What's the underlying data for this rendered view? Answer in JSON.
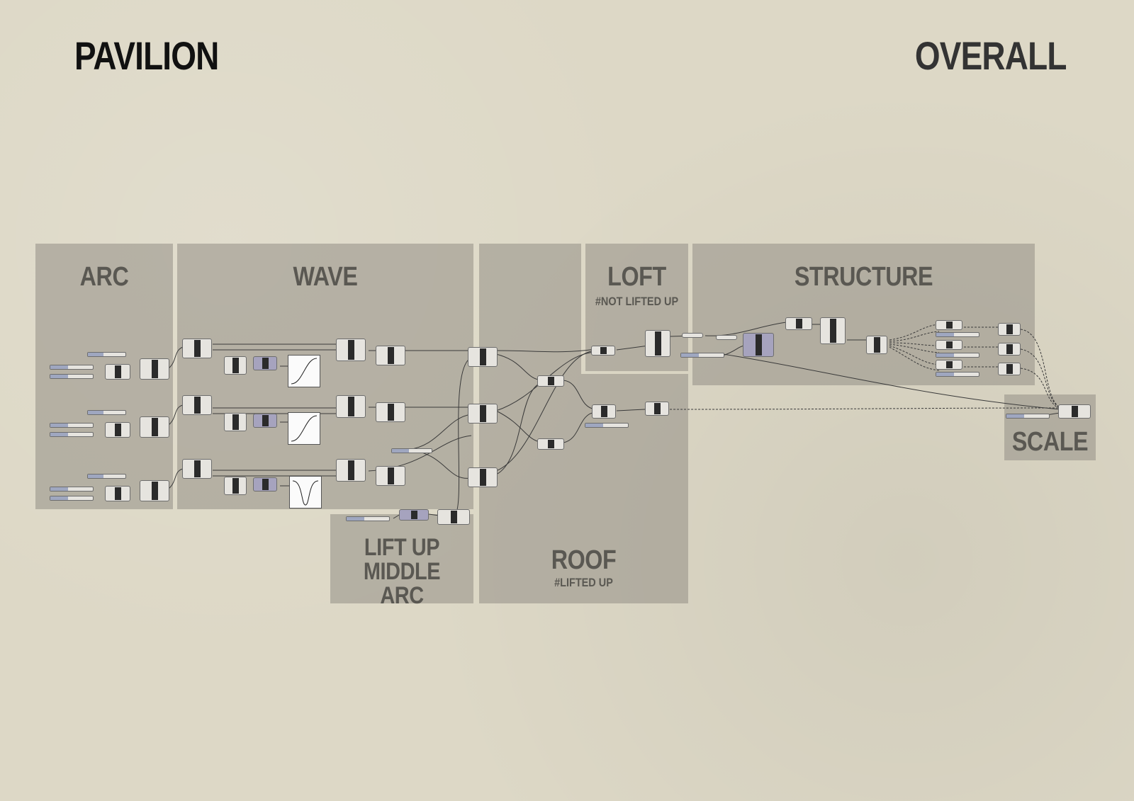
{
  "page": {
    "title_left": "PAVILION",
    "title_right": "OVERALL"
  },
  "groups": [
    {
      "id": "arc",
      "title": "ARC",
      "subtitle": ""
    },
    {
      "id": "wave",
      "title": "WAVE",
      "subtitle": ""
    },
    {
      "id": "loft",
      "title": "LOFT",
      "subtitle": "#NOT LIFTED UP"
    },
    {
      "id": "structure",
      "title": "STRUCTURE",
      "subtitle": ""
    },
    {
      "id": "lift",
      "title": "LIFT UP MIDDLE ARC",
      "subtitle": ""
    },
    {
      "id": "roof",
      "title": "ROOF",
      "subtitle": "#LIFTED UP"
    },
    {
      "id": "scale",
      "title": "SCALE",
      "subtitle": ""
    }
  ],
  "colors": {
    "background": "#ddd8c6",
    "group_fill": "#9b968c",
    "group_title": "#5a5852",
    "component_body": "#e6e4df",
    "component_bar": "#2b2b2b",
    "slider_label": "#9fa7c0",
    "wire": "#3a3a3a"
  },
  "icons": {
    "component": "grasshopper-component-icon",
    "slider": "number-slider-icon",
    "graph": "graph-mapper-icon"
  }
}
